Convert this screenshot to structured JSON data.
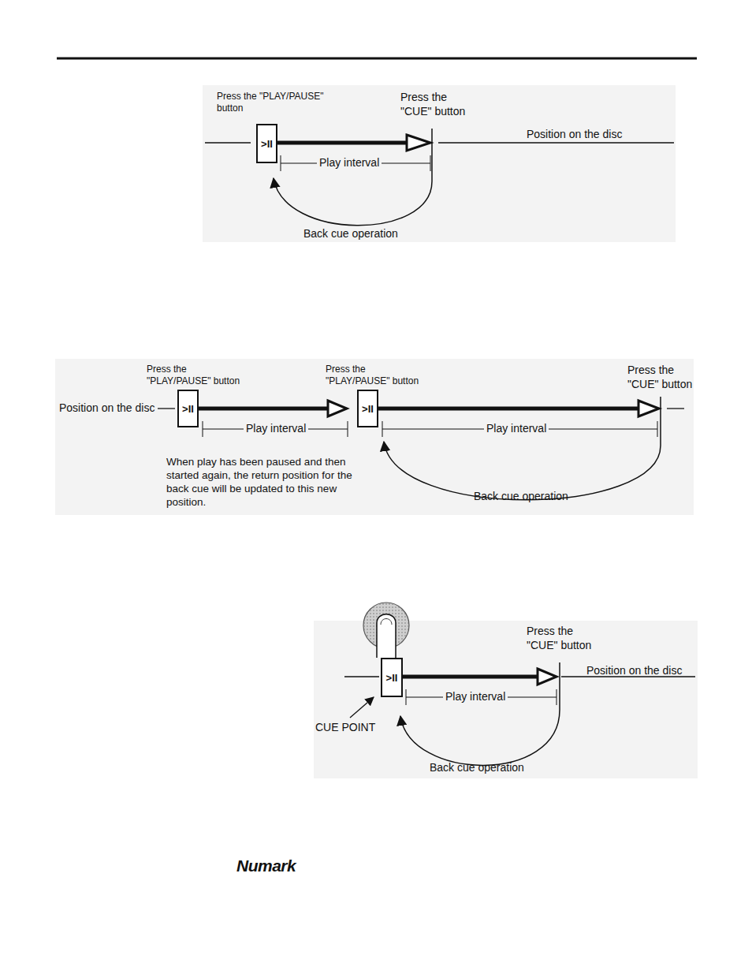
{
  "diagram": {
    "nodes": [
      {
        "text": [
          ">II"
        ]
      },
      {
        "text": [
          ">II"
        ]
      },
      {
        "text": [
          ">II"
        ]
      },
      {
        "text": [
          ">II"
        ]
      }
    ],
    "labels": [
      "Press the \"PLAY/PAUSE\" button",
      "Press the \"CUE\" button",
      "Position on the disc",
      "Play interval",
      "Back cue operation",
      "Press the \"PLAY/PAUSE\" button",
      "Press the \"PLAY/PAUSE\" button",
      "Press the \"CUE\" button",
      "Position on the disc",
      "Play interval",
      "Play interval",
      "When play has been paused and then started again, the return position for the back cue will be updated to this new position.",
      "Back cue operation",
      "Press the \"CUE\" button",
      "Position on the disc",
      "Play interval",
      "CUE POINT",
      "Back cue operation",
      "Numark"
    ]
  }
}
